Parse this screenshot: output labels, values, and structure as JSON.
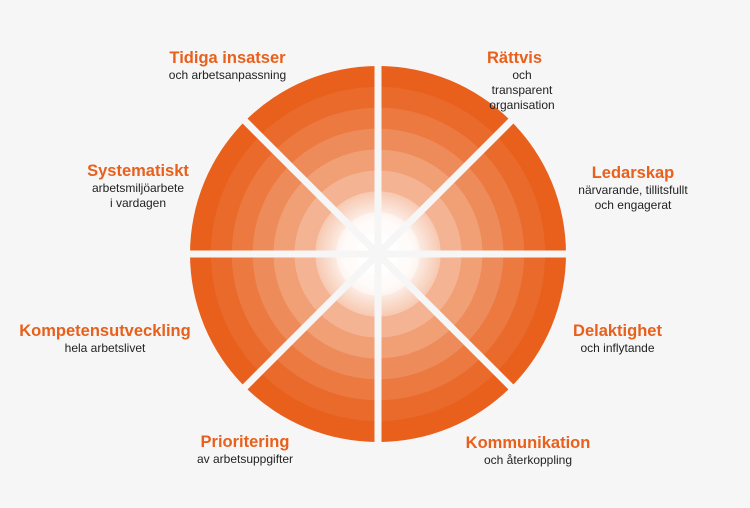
{
  "diagram": {
    "colors": {
      "outer": "#e8601c",
      "inner": "#ffffff",
      "title": "#e8601c",
      "text": "#222222",
      "background": "#f6f6f6"
    },
    "segments": [
      {
        "id": "rattvis",
        "title": "Rättvis",
        "subtitle": "och transparent\norganisation"
      },
      {
        "id": "ledarskap",
        "title": "Ledarskap",
        "subtitle": "närvarande, tillitsfullt\noch engagerat"
      },
      {
        "id": "delaktighet",
        "title": "Delaktighet",
        "subtitle": "och inflytande"
      },
      {
        "id": "kommunikation",
        "title": "Kommunikation",
        "subtitle": "och återkoppling"
      },
      {
        "id": "prioritering",
        "title": "Prioritering",
        "subtitle": "av arbetsuppgifter"
      },
      {
        "id": "kompetensutveckling",
        "title": "Kompetensutveckling",
        "subtitle": "hela arbetslivet"
      },
      {
        "id": "systematiskt",
        "title": "Systematiskt",
        "subtitle": "arbetsmiljöarbete\ni vardagen"
      },
      {
        "id": "tidiga-insatser",
        "title": "Tidiga insatser",
        "subtitle": "och arbetsanpassning"
      }
    ]
  }
}
